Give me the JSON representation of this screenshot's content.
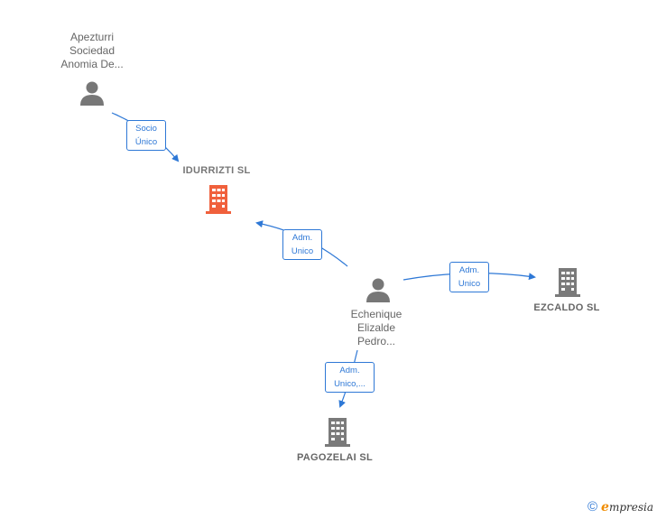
{
  "nodes": {
    "apezturri": {
      "label_lines": [
        "Apezturri",
        "Sociedad",
        "Anomia De..."
      ]
    },
    "idurrizti": {
      "label": "IDURRIZTI  SL",
      "color": "#f0603c"
    },
    "echenique": {
      "label_lines": [
        "Echenique",
        "Elizalde",
        "Pedro..."
      ]
    },
    "ezcaldo": {
      "label": "EZCALDO SL",
      "color": "#7a7a7a"
    },
    "pagozelai": {
      "label": "PAGOZELAI  SL",
      "color": "#7a7a7a"
    }
  },
  "edges": {
    "socio": {
      "lines": [
        "Socio",
        "Único"
      ]
    },
    "adm1": {
      "lines": [
        "Adm.",
        "Unico"
      ]
    },
    "adm2": {
      "lines": [
        "Adm.",
        "Unico"
      ]
    },
    "adm3": {
      "lines": [
        "Adm.",
        "Unico,..."
      ]
    }
  },
  "footer": {
    "copyright": "©",
    "brand_initial": "e",
    "brand_rest": "mpresia"
  },
  "colors": {
    "edge": "#2e78d6",
    "person": "#777777"
  }
}
